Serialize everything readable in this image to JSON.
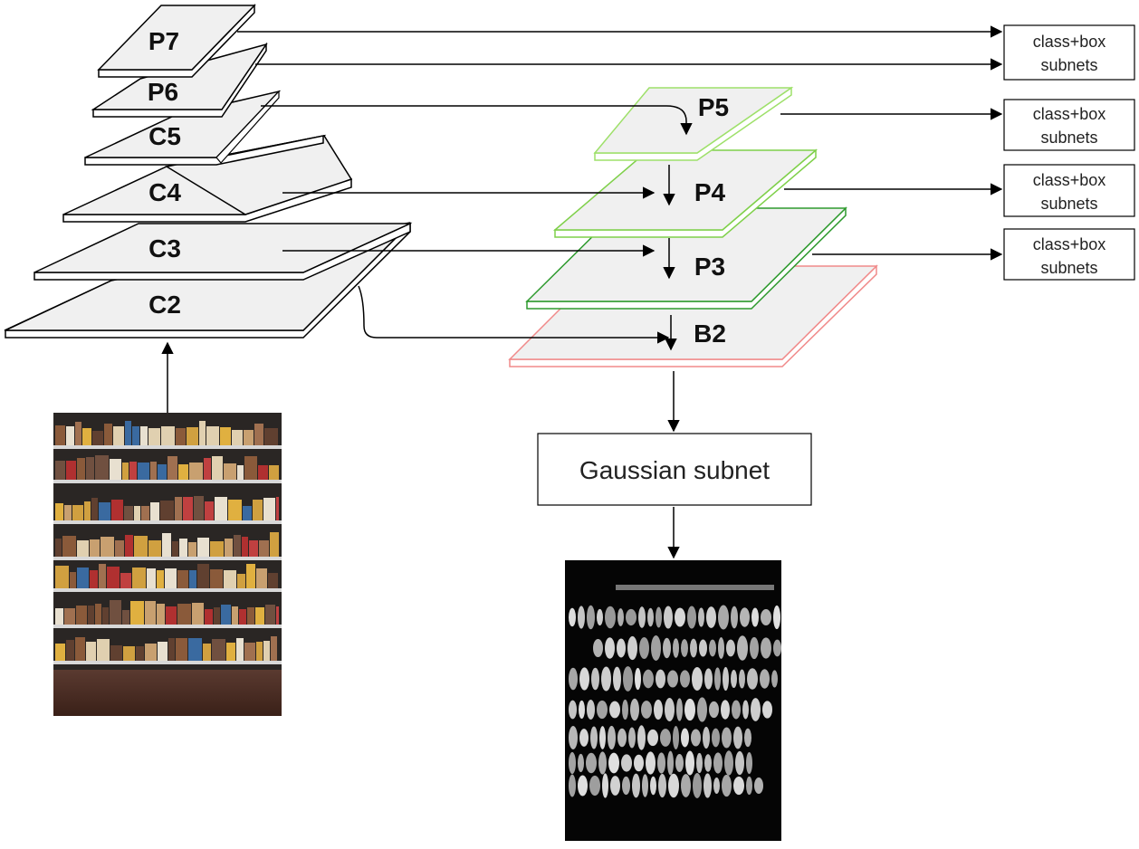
{
  "backbone_layers": [
    {
      "id": "C2",
      "label": "C2"
    },
    {
      "id": "C3",
      "label": "C3"
    },
    {
      "id": "C4",
      "label": "C4"
    },
    {
      "id": "C5",
      "label": "C5"
    },
    {
      "id": "P6",
      "label": "P6"
    },
    {
      "id": "P7",
      "label": "P7"
    }
  ],
  "pyramid_layers": [
    {
      "id": "B2",
      "label": "B2",
      "color": "#f08a8a"
    },
    {
      "id": "P3",
      "label": "P3",
      "color": "#2e9a2e"
    },
    {
      "id": "P4",
      "label": "P4",
      "color": "#7fd04a"
    },
    {
      "id": "P5",
      "label": "P5",
      "color": "#9ee06a"
    }
  ],
  "subnet_boxes": [
    {
      "id": "p7",
      "line1": "class+box",
      "line2": "subnets"
    },
    {
      "id": "p5",
      "line1": "class+box",
      "line2": "subnets"
    },
    {
      "id": "p4",
      "line1": "class+box",
      "line2": "subnets"
    },
    {
      "id": "p3",
      "line1": "class+box",
      "line2": "subnets"
    }
  ],
  "gaussian_box": {
    "label": "Gaussian subnet"
  },
  "images": {
    "input": "store-shelf-photo",
    "output": "gaussian-heatmap"
  },
  "colors": {
    "plate_fill": "#f0f0f0",
    "plate_stroke": "#000000",
    "arrow": "#000000"
  }
}
